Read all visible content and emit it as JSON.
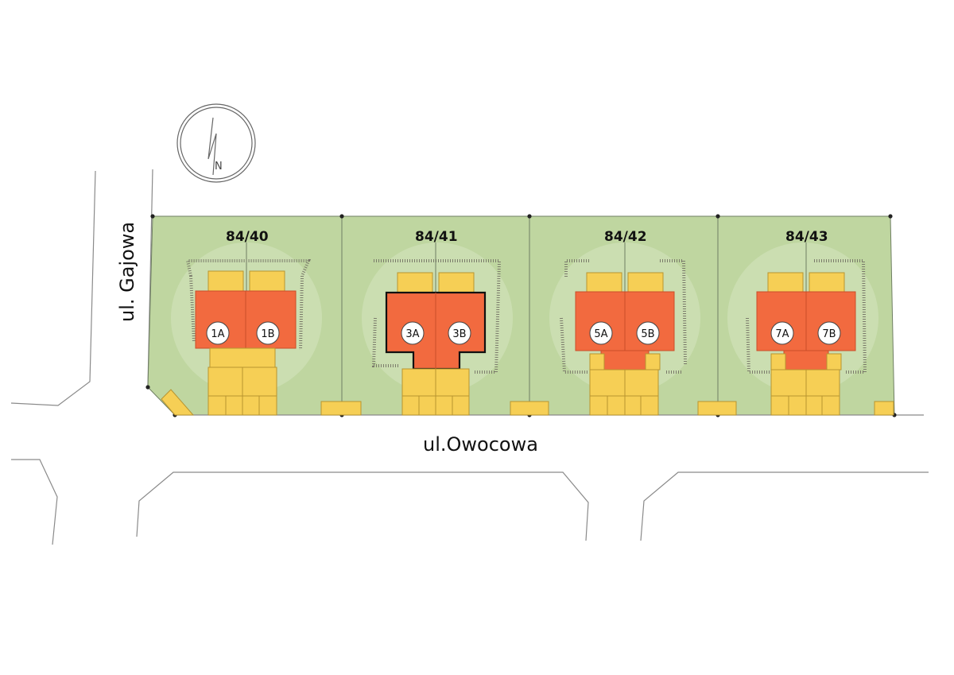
{
  "streets": {
    "side": "ul. Gajowa",
    "front": "ul.Owocowa"
  },
  "compass": {
    "north_label": "N"
  },
  "plots": [
    {
      "id": "84/40",
      "units": [
        "1A",
        "1B"
      ]
    },
    {
      "id": "84/41",
      "units": [
        "3A",
        "3B"
      ],
      "selected": true
    },
    {
      "id": "84/42",
      "units": [
        "5A",
        "5B"
      ]
    },
    {
      "id": "84/43",
      "units": [
        "7A",
        "7B"
      ]
    }
  ],
  "colors": {
    "plot": "#bfd6a0",
    "building": "#f26a3f",
    "terrace": "#f6cf55"
  }
}
